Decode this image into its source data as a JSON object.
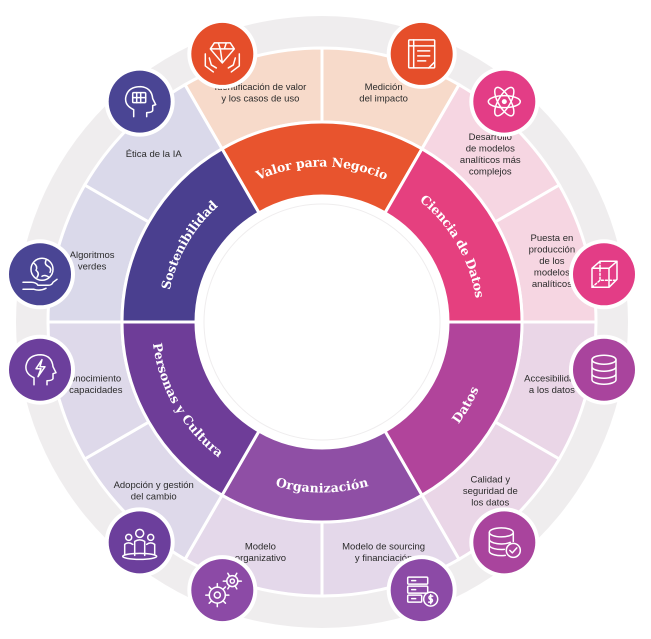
{
  "categories": [
    {
      "id": "valor",
      "label": "Valor para Negocio",
      "colors": {
        "inner": "#E8542E",
        "outer": "#F7DACA",
        "icon": "#E54E2A"
      },
      "items": [
        {
          "lines": [
            "Identificación de valor",
            "y los casos de uso"
          ],
          "icon": "diamond-hands-icon"
        },
        {
          "lines": [
            "Medición",
            "del impacto"
          ],
          "icon": "dashboard-document-icon"
        }
      ]
    },
    {
      "id": "ciencia",
      "label": "Ciencia de Datos",
      "colors": {
        "inner": "#E5407F",
        "outer": "#F6D6E2",
        "icon": "#E33D86"
      },
      "items": [
        {
          "lines": [
            "Desarrollo",
            "de modelos",
            "analíticos más",
            "complejos"
          ],
          "icon": "atom-icon"
        },
        {
          "lines": [
            "Puesta en",
            "producción",
            "de los",
            "modelos",
            "analíticos"
          ],
          "icon": "cube-icon"
        }
      ]
    },
    {
      "id": "datos",
      "label": "Datos",
      "colors": {
        "inner": "#B1449B",
        "outer": "#EAD6E7",
        "icon": "#A9449D"
      },
      "items": [
        {
          "lines": [
            "Accesibilidad",
            "a los datos"
          ],
          "icon": "database-icon"
        },
        {
          "lines": [
            "Calidad y",
            "seguridad de",
            "los datos"
          ],
          "icon": "database-check-icon"
        }
      ]
    },
    {
      "id": "organizacion",
      "label": "Organización",
      "colors": {
        "inner": "#8F4FA5",
        "outer": "#E4D8EA",
        "icon": "#8C4AA6"
      },
      "items": [
        {
          "lines": [
            "Modelo de sourcing",
            "y financiación"
          ],
          "icon": "server-money-icon"
        },
        {
          "lines": [
            "Modelo",
            "organizativo"
          ],
          "icon": "gears-icon"
        }
      ]
    },
    {
      "id": "personas",
      "label": "Personas y Cultura",
      "colors": {
        "inner": "#6E3D98",
        "outer": "#DED9EA",
        "icon": "#6C3F9C"
      },
      "items": [
        {
          "lines": [
            "Adopción y gestión",
            "del cambio"
          ],
          "icon": "people-icon"
        },
        {
          "lines": [
            "Conocimiento",
            "y capacidades"
          ],
          "icon": "head-bolt-icon"
        }
      ]
    },
    {
      "id": "sostenibilidad",
      "label": "Sostenibilidad",
      "colors": {
        "inner": "#4A3F8F",
        "outer": "#DAD9EA",
        "icon": "#4A4594"
      },
      "items": [
        {
          "lines": [
            "Algoritmos",
            "verdes"
          ],
          "icon": "earth-hand-icon"
        },
        {
          "lines": [
            "Ética de la IA"
          ],
          "icon": "head-circuit-icon"
        }
      ]
    }
  ]
}
